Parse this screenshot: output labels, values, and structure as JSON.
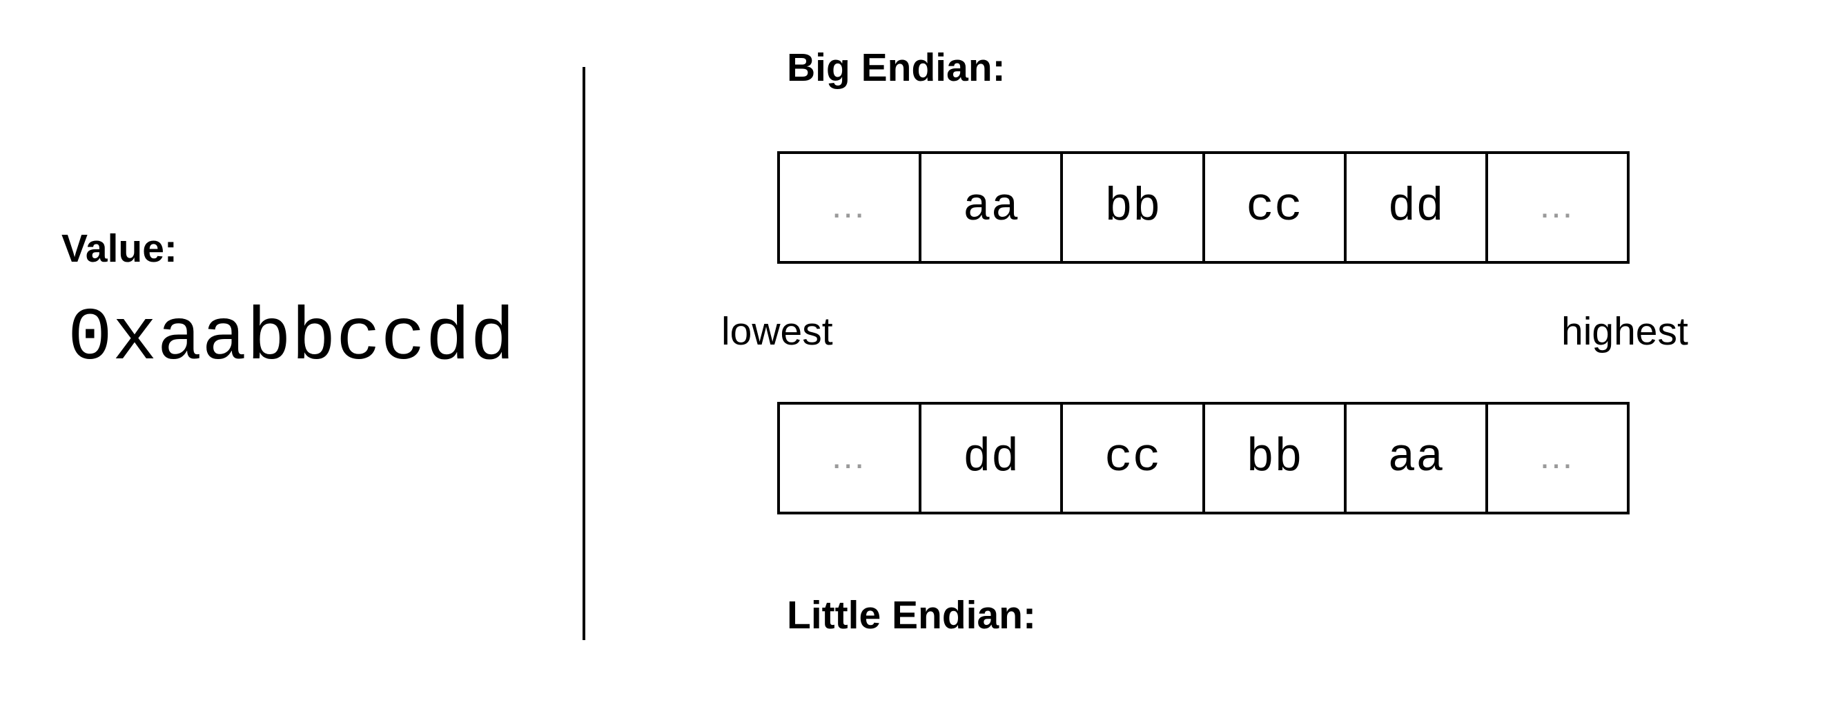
{
  "value": {
    "label": "Value:",
    "hex": "0xaabbccdd"
  },
  "big_endian": {
    "heading": "Big Endian:",
    "cells": [
      "…",
      "aa",
      "bb",
      "cc",
      "dd",
      "…"
    ]
  },
  "little_endian": {
    "heading": "Little Endian:",
    "cells": [
      "…",
      "dd",
      "cc",
      "bb",
      "aa",
      "…"
    ]
  },
  "address_labels": {
    "low": "lowest",
    "high": "highest"
  },
  "colors": {
    "ellipsis": "#9a9a9a",
    "stroke": "#000000"
  }
}
